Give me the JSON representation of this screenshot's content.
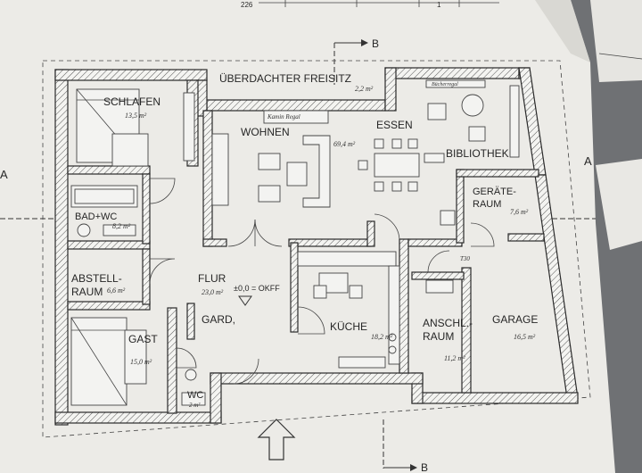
{
  "plan": {
    "dims_top": [
      "226",
      "1"
    ],
    "section_top": "B",
    "section_bottom": "B",
    "section_left": "A",
    "section_right": "A",
    "level": "±0,0 = OKFF",
    "rooms": [
      {
        "id": "ueberdachter-freisitz",
        "name": "ÜBERDACHTER FREISITZ",
        "area": "2,2 m²"
      },
      {
        "id": "schlafen",
        "name": "SCHLAFEN",
        "area": "13,5 m²"
      },
      {
        "id": "wohnen",
        "name": "WOHNEN",
        "area": ""
      },
      {
        "id": "essen",
        "name": "ESSEN",
        "area": "69,4 m²"
      },
      {
        "id": "bibliothek",
        "name": "BIBLIOTHEK",
        "area": ""
      },
      {
        "id": "bad-wc",
        "name": "BAD+WC",
        "area": "8,2 m²"
      },
      {
        "id": "geraeteraum",
        "name": "GERÄTE-\nRAUM",
        "area": "7,6 m²"
      },
      {
        "id": "abstellraum",
        "name": "ABSTELL-\nRAUM",
        "area": "6,6 m²"
      },
      {
        "id": "flur",
        "name": "FLUR",
        "area": "23,0 m²"
      },
      {
        "id": "gard",
        "name": "GARD,",
        "area": ""
      },
      {
        "id": "kueche",
        "name": "KÜCHE",
        "area": "18,2 m²"
      },
      {
        "id": "anschlussraum",
        "name": "ANSCHL.-\nRAUM",
        "area": "11,2 m²"
      },
      {
        "id": "garage",
        "name": "GARAGE",
        "area": "16,5 m²"
      },
      {
        "id": "gast",
        "name": "GAST",
        "area": "15,0 m²"
      },
      {
        "id": "wc",
        "name": "WC",
        "area": "2 m²"
      }
    ],
    "notes": {
      "kamin": "Kamin Regal",
      "bookshelf": "Bücherregal",
      "fire_door": "T30"
    }
  }
}
